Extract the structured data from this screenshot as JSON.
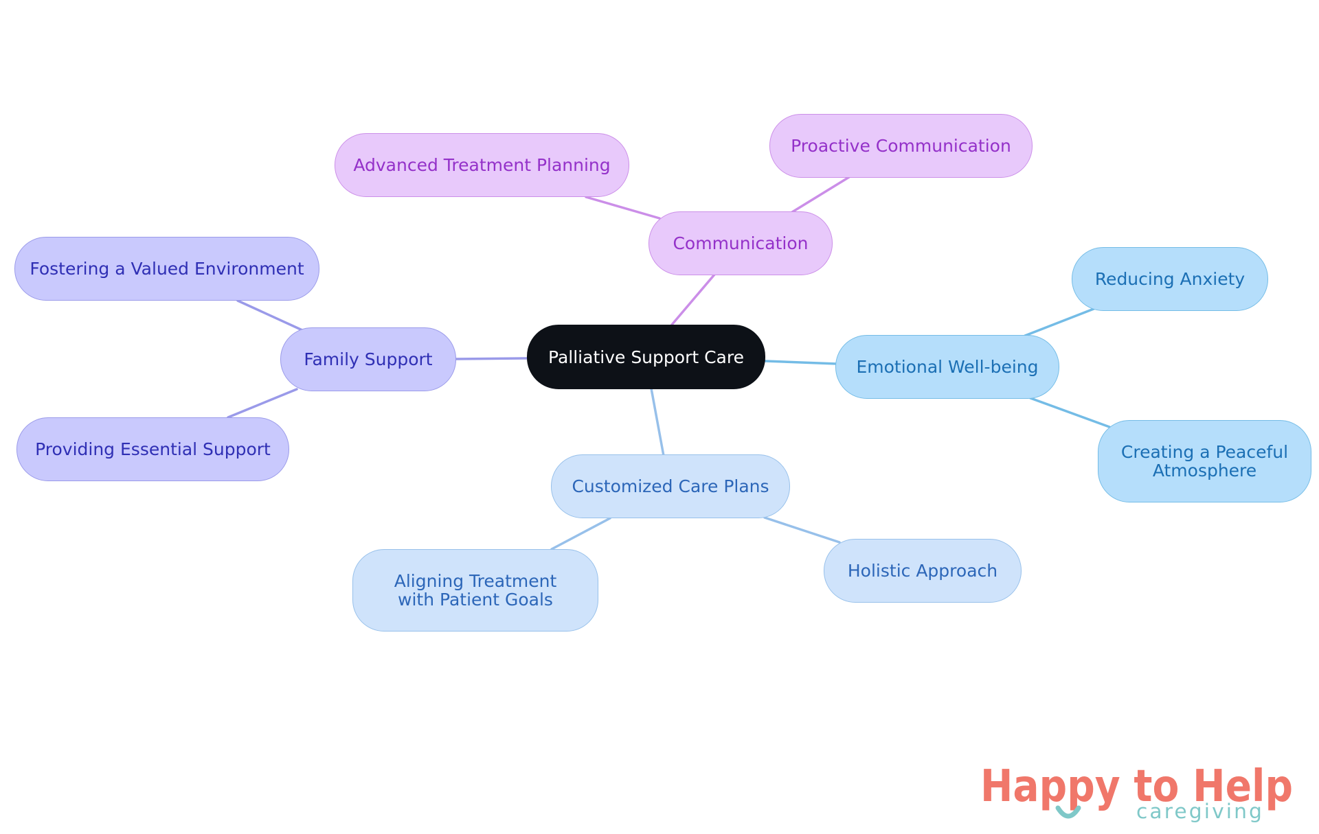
{
  "mindmap": {
    "root": "Palliative Support Care",
    "branches": {
      "communication": {
        "label": "Communication",
        "children": [
          "Advanced Treatment Planning",
          "Proactive Communication"
        ]
      },
      "family_support": {
        "label": "Family Support",
        "children": [
          "Fostering a Valued Environment",
          "Providing Essential Support"
        ]
      },
      "emotional_wellbeing": {
        "label": "Emotional Well-being",
        "children": [
          "Reducing Anxiety",
          "Creating a Peaceful Atmosphere"
        ]
      },
      "customized_care_plans": {
        "label": "Customized Care Plans",
        "children": [
          "Aligning Treatment with Patient Goals",
          "Holistic Approach"
        ]
      }
    }
  },
  "logo": {
    "title": "Happy to Help",
    "subtitle": "caregiving"
  },
  "colors": {
    "root_fill": "#0d1117",
    "communication": "#e8c9fb",
    "family_support": "#c9c9fd",
    "emotional_wellbeing": "#b5defb",
    "customized_care_plans": "#cfe3fb",
    "logo_coral": "#f0776a",
    "logo_teal": "#7fc8c8"
  }
}
